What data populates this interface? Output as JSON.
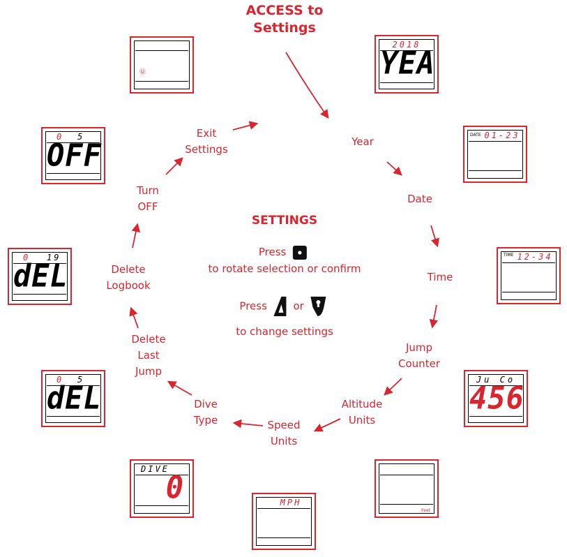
{
  "diagram": {
    "access_title": "ACCESS to\nSettings",
    "center_heading": "SETTINGS",
    "instruction_1": {
      "line1": "Press",
      "line2": "to rotate selection or confirm"
    },
    "instruction_2": {
      "line1a": "Press",
      "line1b": "or",
      "line2": "to change settings"
    },
    "steps": [
      "Year",
      "Date",
      "Time",
      "Jump\nCounter",
      "Altitude\nUnits",
      "Speed\nUnits",
      "Dive\nType",
      "Delete\nLast\nJump",
      "Delete\nLogbook",
      "Turn\nOFF",
      "Exit\nSettings"
    ]
  },
  "screens": {
    "year": {
      "top": "2018",
      "main": "YEA"
    },
    "date": {
      "label": "DATE",
      "top": "01-23"
    },
    "time": {
      "label": "TIME",
      "top": "12-34"
    },
    "jump_counter": {
      "top": "Ju Co",
      "main": "456"
    },
    "altitude_units": {
      "unit": "Feet"
    },
    "speed_units": {
      "top": "MPH"
    },
    "dive_type": {
      "top": "DIVE",
      "main": "0"
    },
    "delete_last_jump": {
      "top_left": "0",
      "top_right": "5",
      "main": "dEL"
    },
    "delete_logbook": {
      "top_left": "0",
      "top_right": "19",
      "main": "dEL"
    },
    "turn_off": {
      "top_left": "0",
      "top_right": "5",
      "main": "OFF"
    },
    "exit": {
      "mark": "Ⓤ"
    }
  },
  "colors": {
    "accent": "#d9252f",
    "lcd_ink": "#000000",
    "background": "#ffffff"
  },
  "icons": [
    "select-button-icon",
    "up-button-icon",
    "light-button-icon"
  ]
}
